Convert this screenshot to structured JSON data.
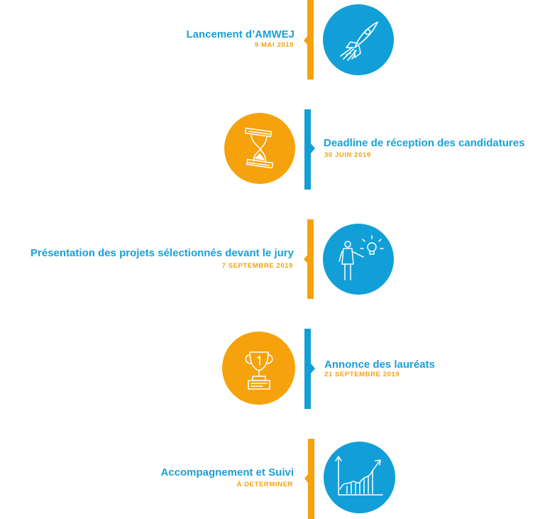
{
  "colors": {
    "blue": "#129fd8",
    "orange": "#f5a20c",
    "title_blue": "#1aa0d8"
  },
  "milestones": [
    {
      "title": "Lancement d’AMWEJ",
      "date": "9 MAI 2019",
      "icon": "rocket-icon"
    },
    {
      "title": "Deadline de réception des candidatures",
      "date": "30 JUIN 2019",
      "icon": "hourglass-icon"
    },
    {
      "title": "Présentation des projets sélectionnés devant le jury",
      "date": "7 SEPTEMBRE 2019",
      "icon": "presenter-lightbulb-icon"
    },
    {
      "title": "Annonce des lauréats",
      "date": "21 SEPTEMBRE 2019",
      "icon": "trophy-icon"
    },
    {
      "title": "Accompagnement et Suivi",
      "date": "À DETERMINER",
      "icon": "growth-chart-icon"
    }
  ]
}
